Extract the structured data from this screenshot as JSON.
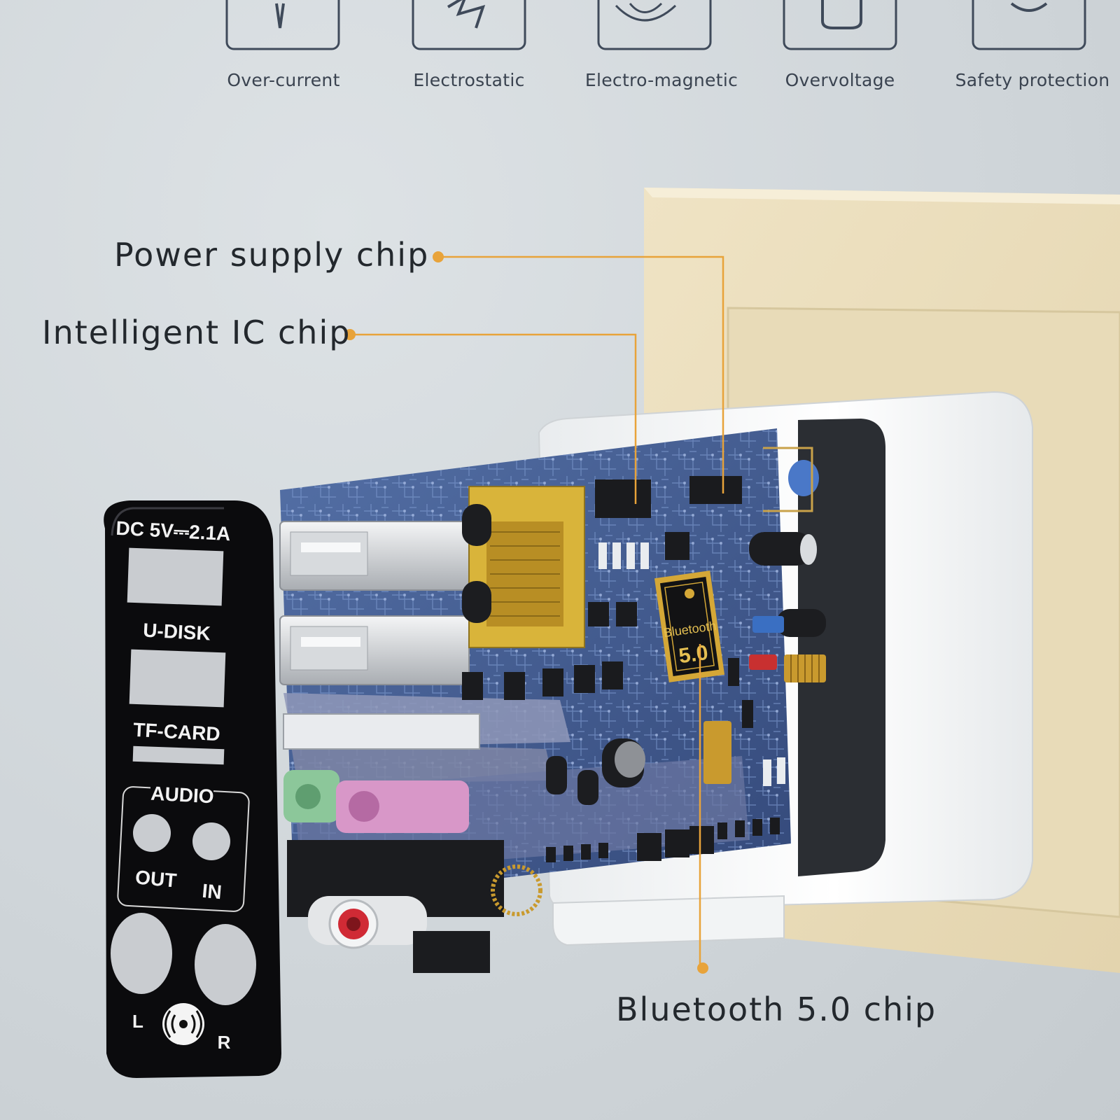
{
  "features": [
    {
      "label": "Over-current",
      "icon": "pin-icon"
    },
    {
      "label": "Electrostatic",
      "icon": "lightning-icon"
    },
    {
      "label": "Electro-magnetic",
      "icon": "globe-icon"
    },
    {
      "label": "Overvoltage",
      "icon": "plug-icon"
    },
    {
      "label": "Safety protection",
      "icon": "shield-icon"
    }
  ],
  "callouts": {
    "power_supply": "Power supply chip",
    "intelligent_ic": "Intelligent IC chip",
    "bluetooth": "Bluetooth 5.0 chip"
  },
  "panel": {
    "dc_rating": "DC 5V⎓2.1A",
    "u_disk": "U-DISK",
    "tf_card": "TF-CARD",
    "audio": "AUDIO",
    "out": "OUT",
    "in": "IN",
    "left": "L",
    "right": "R"
  },
  "chip": {
    "line1": "Bluetooth",
    "line2": "5.0"
  },
  "colors": {
    "accent": "#e8a33a",
    "pcb": "#3f5a8c",
    "panel": "#0b0b0d",
    "transformer": "#d9b43a"
  }
}
